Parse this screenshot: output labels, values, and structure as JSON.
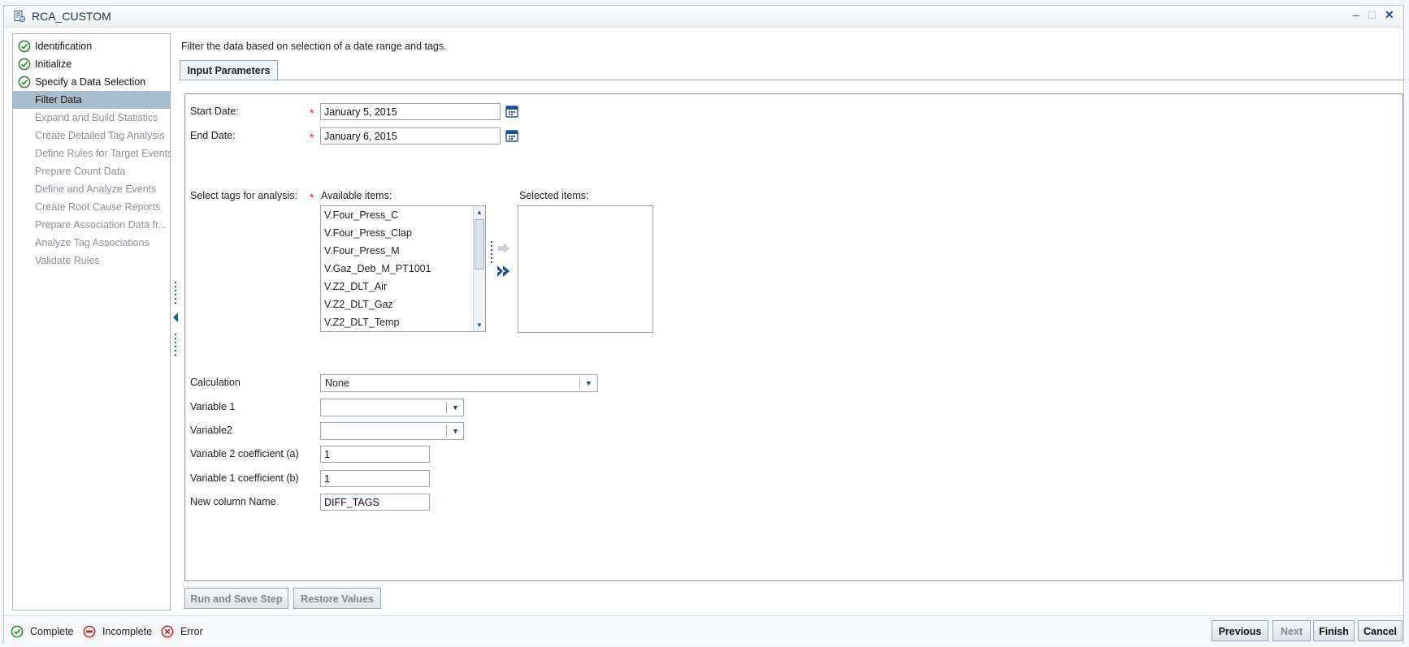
{
  "window": {
    "title": "RCA_CUSTOM",
    "minimize": "–",
    "maximize": "□",
    "close": "✕"
  },
  "steps": [
    {
      "label": "Identification",
      "state": "done"
    },
    {
      "label": "Initialize",
      "state": "done"
    },
    {
      "label": "Specify a Data Selection",
      "state": "done"
    },
    {
      "label": "Filter Data",
      "state": "active"
    },
    {
      "label": "Expand and Build Statistics",
      "state": "pending"
    },
    {
      "label": "Create Detailed Tag Analysis",
      "state": "pending"
    },
    {
      "label": "Define Rules for Target Events",
      "state": "pending"
    },
    {
      "label": "Prepare Count Data",
      "state": "pending"
    },
    {
      "label": "Define and Analyze Events",
      "state": "pending"
    },
    {
      "label": "Create Root Cause Reports",
      "state": "pending"
    },
    {
      "label": "Prepare Association Data fr...",
      "state": "pending"
    },
    {
      "label": "Analyze Tag Associations",
      "state": "pending"
    },
    {
      "label": "Validate Rules",
      "state": "pending"
    }
  ],
  "description": "Filter the data based on selection of a date range and tags.",
  "tab": {
    "label": "Input Parameters"
  },
  "form": {
    "start_date_label": "Start Date:",
    "start_date_value": "January 5, 2015",
    "end_date_label": "End Date:",
    "end_date_value": "January 6, 2015",
    "tags_label": "Select tags for analysis:",
    "available_label": "Available items:",
    "selected_label": "Selected items:",
    "available_items": [
      "V.Four_Press_C",
      "V.Four_Press_Clap",
      "V.Four_Press_M",
      "V.Gaz_Deb_M_PT1001",
      "V.Z2_DLT_Air",
      "V.Z2_DLT_Gaz",
      "V.Z2_DLT_Temp"
    ],
    "selected_items": [],
    "calculation_label": "Calculation",
    "calculation_value": "None",
    "variable1_label": "Variable 1",
    "variable1_value": "",
    "variable2_label": "Variable2",
    "variable2_value": "",
    "var2_coef_label": "Variable 2 coefficient (a)",
    "var2_coef_value": "1",
    "var1_coef_label": "Variable 1 coefficient  (b)",
    "var1_coef_value": "1",
    "new_col_label": "New column Name",
    "new_col_value": "DIFF_TAGS",
    "required_marker": "*"
  },
  "actions": {
    "run_save": "Run and Save Step",
    "restore": "Restore Values"
  },
  "legend": {
    "complete": "Complete",
    "incomplete": "Incomplete",
    "error": "Error"
  },
  "nav": {
    "previous": "Previous",
    "next": "Next",
    "finish": "Finish",
    "cancel": "Cancel"
  },
  "colors": {
    "accent": "#1f4f8f",
    "complete": "#2e8b2e",
    "incomplete": "#c0262c",
    "error": "#c0262c",
    "active_step": "#a9bccb"
  },
  "icons": {
    "title": "document-settings-icon",
    "calendar": "calendar-icon",
    "move_right": "arrow-right-icon",
    "move_all_right": "double-arrow-right-icon",
    "dropdown": "chevron-down-icon",
    "complete": "check-circle-icon",
    "incomplete": "minus-circle-icon",
    "error": "x-circle-icon"
  }
}
